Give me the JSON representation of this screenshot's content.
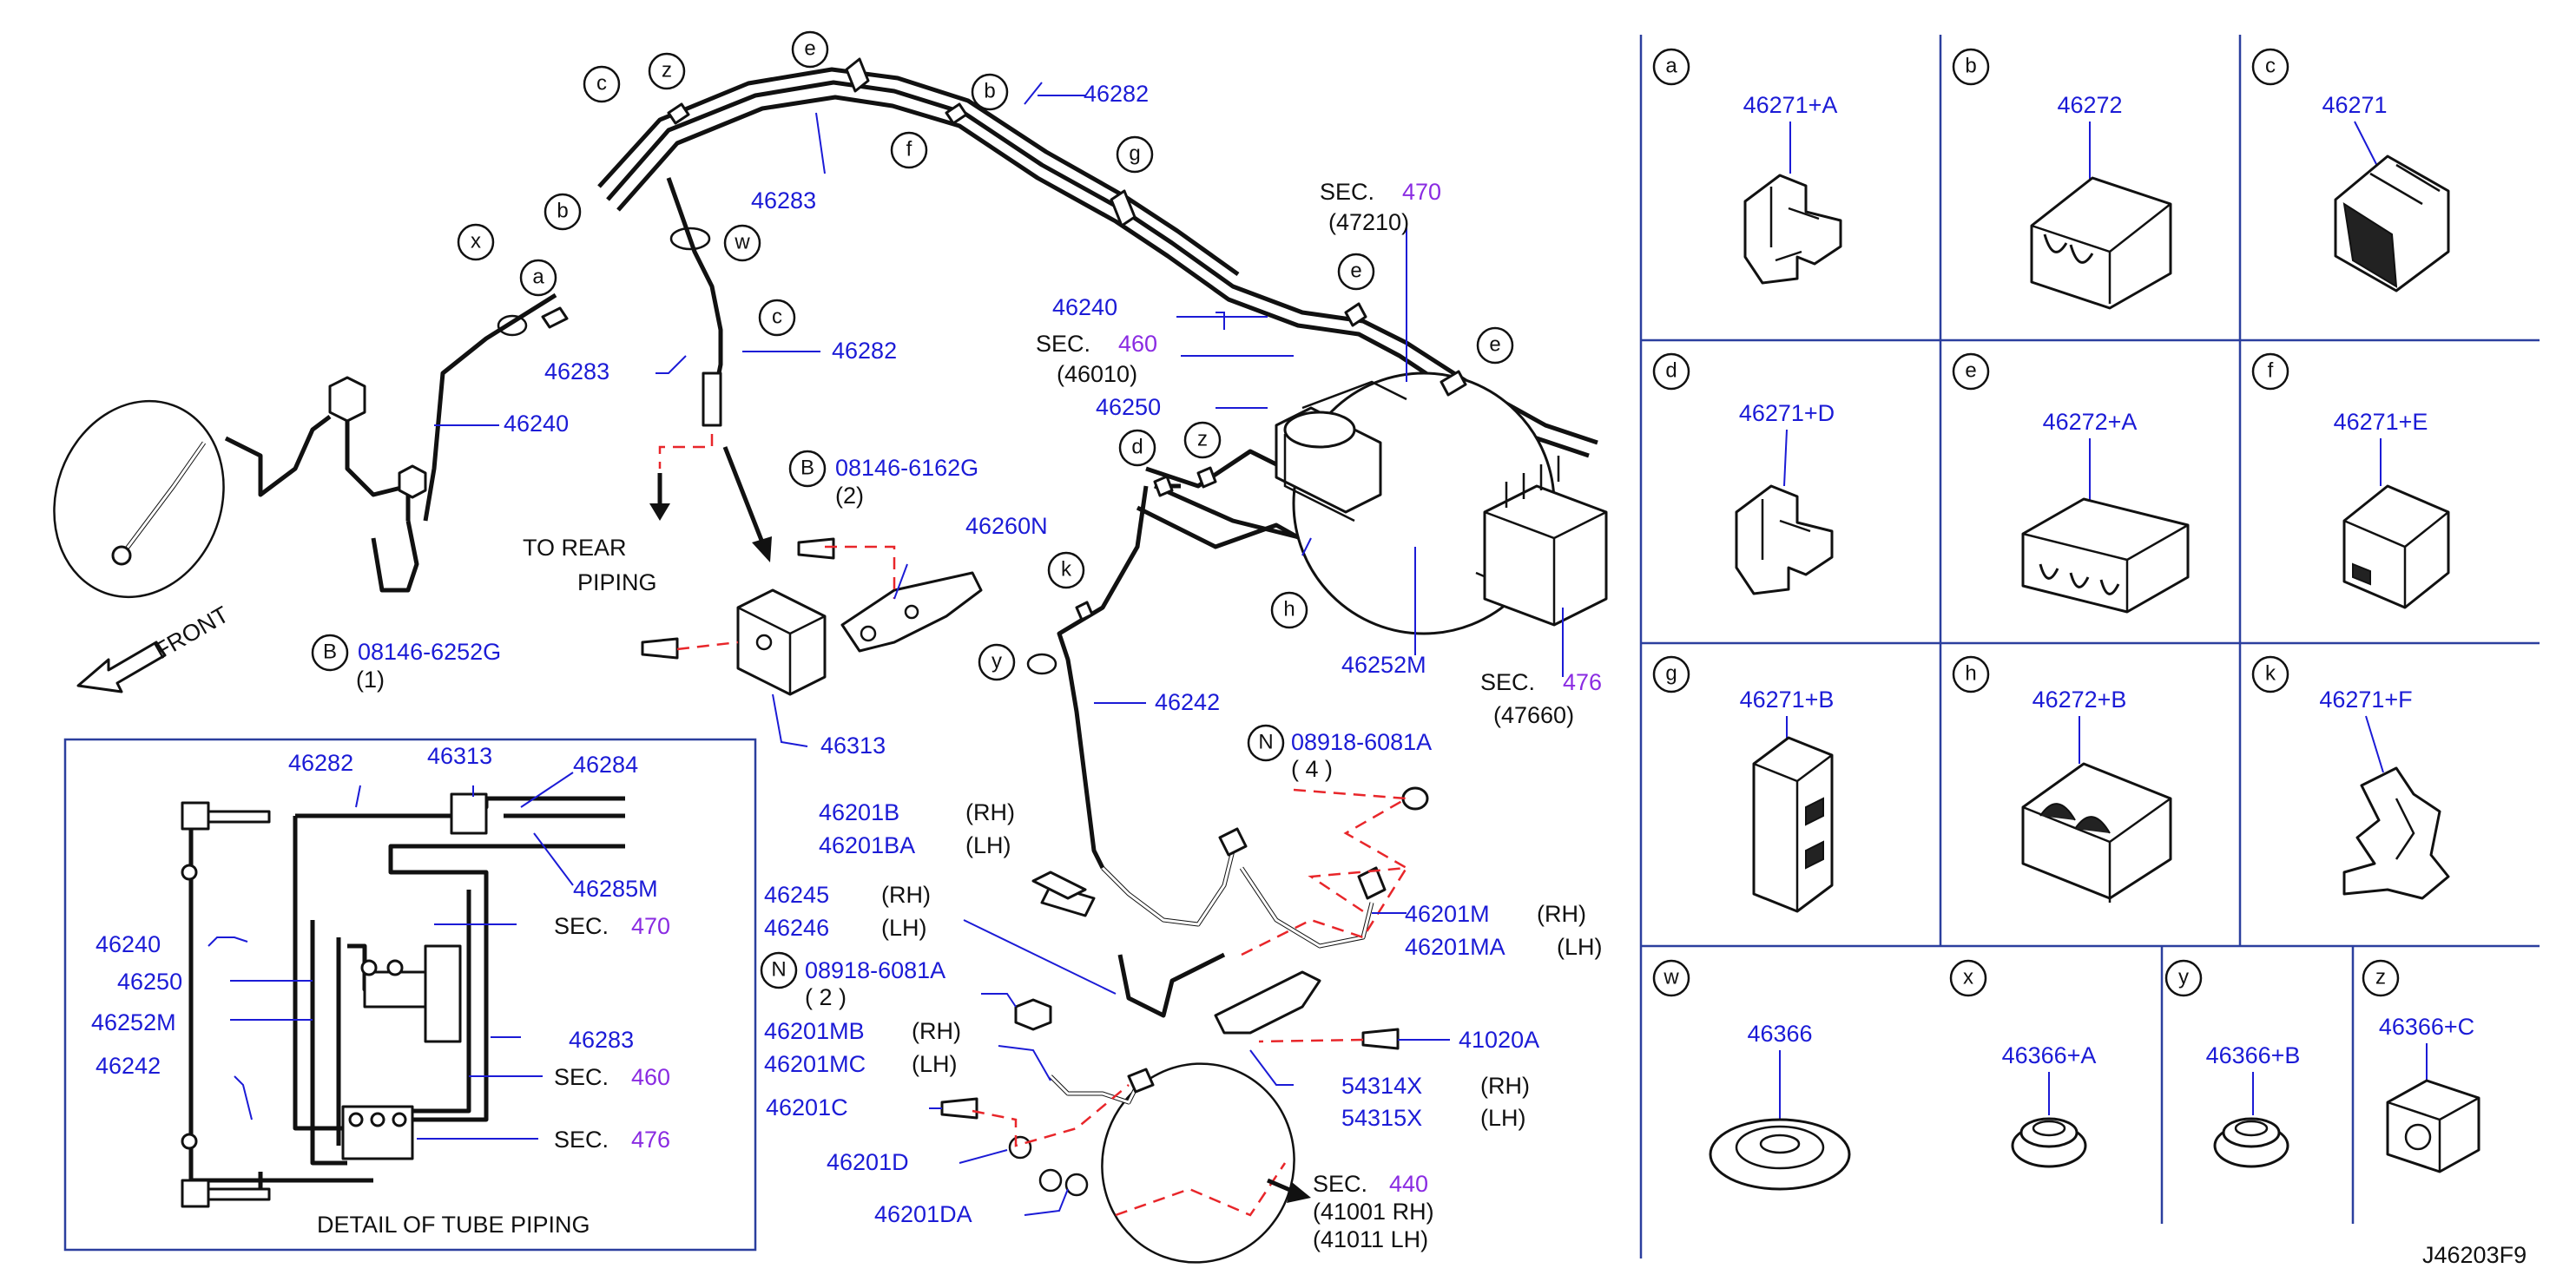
{
  "diagram_id": "J46203F9",
  "colors": {
    "part_number": "#1b1bd6",
    "section_number": "#8a2be2",
    "leader_dash": "#e8262a",
    "grid": "#2b3f9e"
  },
  "main": {
    "front_label": "FRONT",
    "rear_piping": {
      "line1": "TO  REAR",
      "line2": "PIPING"
    },
    "callouts": {
      "a": "a",
      "b": "b",
      "c": "c",
      "d": "d",
      "e": "e",
      "f": "f",
      "g": "g",
      "h": "h",
      "k": "k",
      "w": "w",
      "x": "x",
      "y": "y",
      "z": "z",
      "B": "B",
      "N": "N"
    },
    "parts": {
      "p46282a": "46282",
      "p46283a": "46283",
      "p46283b": "46283",
      "p46282b": "46282",
      "p46240a": "46240",
      "p46240b": "46240",
      "p08146_6162G": "08146-6162G",
      "q2": "(2)",
      "p46260N": "46260N",
      "p08146_6252G": "08146-6252G",
      "q1": "(1)",
      "p46313": "46313",
      "p46250": "46250",
      "p46252M": "46252M",
      "p46242": "46242",
      "p08918_6081A_a": "08918-6081A",
      "q4": "(  4    )",
      "p46201B": "46201B",
      "p46201BA": "46201BA",
      "p46245": "46245",
      "p46246": "46246",
      "p08918_6081A_b": "08918-6081A",
      "q2b": "(  2    )",
      "p46201MB": "46201MB",
      "p46201MC": "46201MC",
      "p46201C": "46201C",
      "p46201D": "46201D",
      "p46201DA": "46201DA",
      "p46201M": "46201M",
      "p46201MA": "46201MA",
      "p41020A": "41020A",
      "p54314X": "54314X",
      "p54315X": "54315X",
      "rh": "(RH)",
      "lh": "(LH)"
    },
    "sections": {
      "sec470": {
        "prefix": "SEC.",
        "num": "470",
        "sub": "(47210)"
      },
      "sec460": {
        "prefix": "SEC.",
        "num": "460",
        "sub": "(46010)"
      },
      "sec476": {
        "prefix": "SEC.",
        "num": "476",
        "sub": "(47660)"
      },
      "sec440": {
        "prefix": "SEC.",
        "num": "440",
        "sub1": "(41001   RH)",
        "sub2": "(41011   LH)"
      }
    }
  },
  "detail": {
    "caption": "DETAIL  OF  TUBE  PIPING",
    "labels": {
      "p46282": "46282",
      "p46313": "46313",
      "p46284": "46284",
      "p46285M": "46285M",
      "p46240": "46240",
      "p46250": "46250",
      "p46252M": "46252M",
      "p46242": "46242",
      "p46283": "46283",
      "sec": "SEC.",
      "s470": "470",
      "s460": "460",
      "s476": "476"
    }
  },
  "clips_grid": [
    {
      "letter": "a",
      "part": "46271+A"
    },
    {
      "letter": "b",
      "part": "46272"
    },
    {
      "letter": "c",
      "part": "46271"
    },
    {
      "letter": "d",
      "part": "46271+D"
    },
    {
      "letter": "e",
      "part": "46272+A"
    },
    {
      "letter": "f",
      "part": "46271+E"
    },
    {
      "letter": "g",
      "part": "46271+B"
    },
    {
      "letter": "h",
      "part": "46272+B"
    },
    {
      "letter": "k",
      "part": "46271+F"
    },
    {
      "letter": "w",
      "part": "46366"
    },
    {
      "letter": "x",
      "part": "46366+A"
    },
    {
      "letter": "y",
      "part": "46366+B"
    },
    {
      "letter": "z",
      "part": "46366+C"
    }
  ]
}
